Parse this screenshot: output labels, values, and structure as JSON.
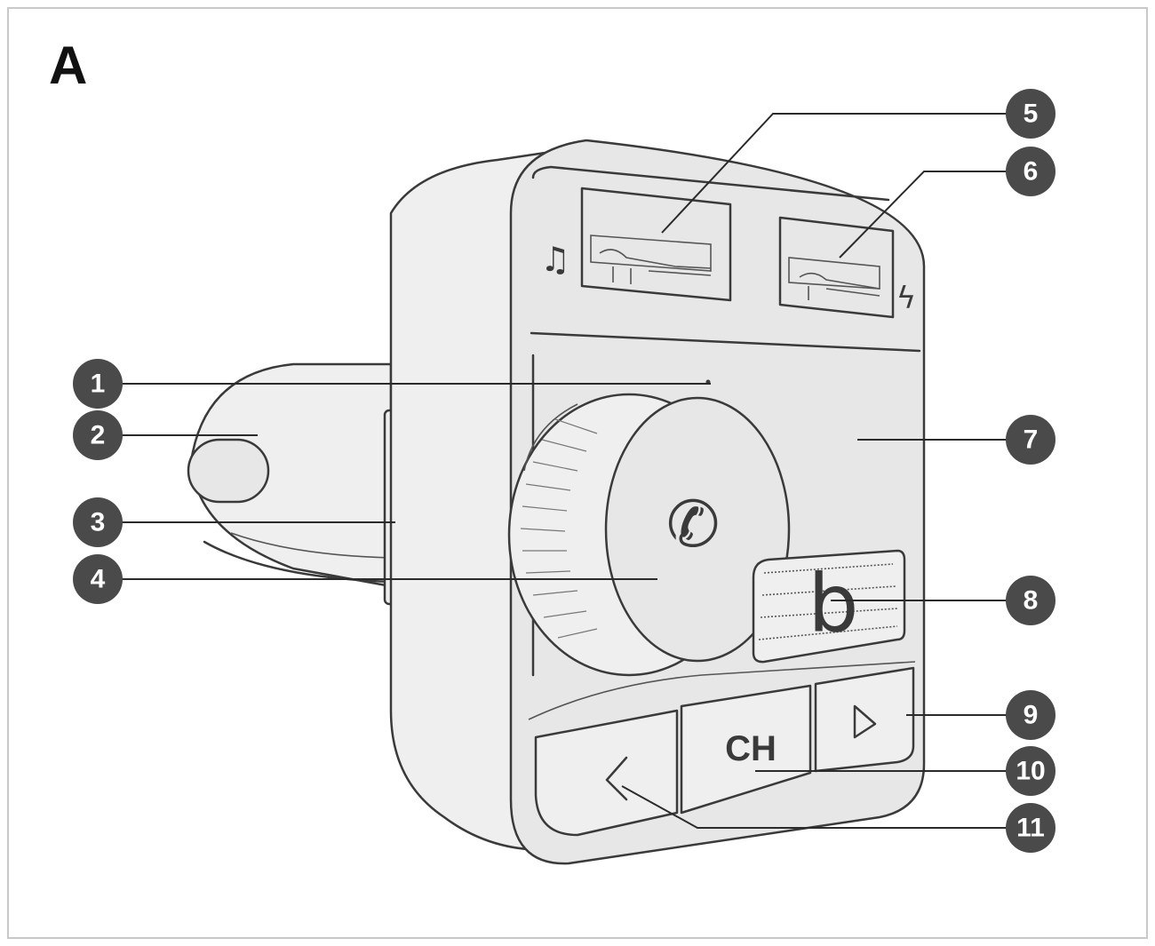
{
  "figure": {
    "label": "A"
  },
  "device": {
    "ch_button_text": "CH",
    "icons": {
      "music": "music-note-icon",
      "charge": "lightning-icon",
      "phone": "phone-icon",
      "bass": "bass-b-icon",
      "prev": "triangle-left-icon",
      "next": "triangle-right-icon"
    }
  },
  "callouts": [
    "1",
    "2",
    "3",
    "4",
    "5",
    "6",
    "7",
    "8",
    "9",
    "10",
    "11"
  ],
  "colors": {
    "outline": "#3a3a3a",
    "callout": "#4a4a4a",
    "surface": "#efefef"
  }
}
